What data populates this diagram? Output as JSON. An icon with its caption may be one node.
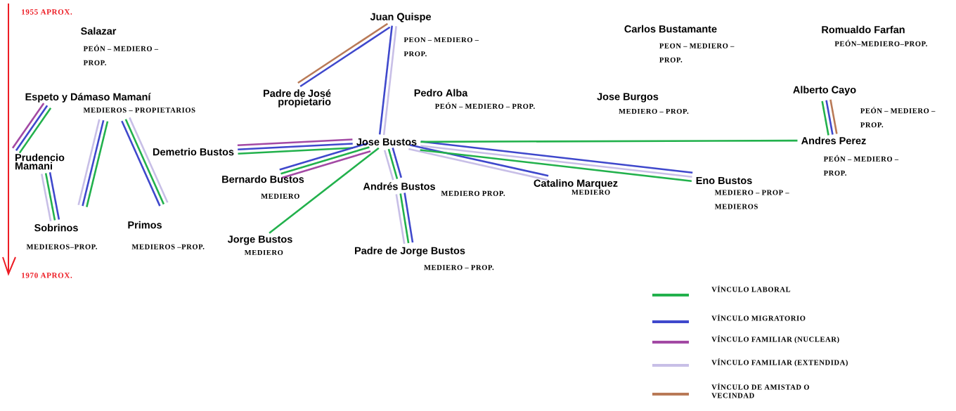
{
  "diagram": {
    "nodes": [
      {
        "text": [
          "Salazar",
          "PEÓN – MEDIERO – PROP."
        ]
      },
      {
        "text": [
          "Juan Quispe",
          "PEON – MEDIERO – PROP."
        ]
      },
      {
        "text": [
          "Carlos Bustamante",
          "PEON – MEDIERO – PROP."
        ]
      },
      {
        "text": [
          "Romualdo Farfan",
          "PEÓN–MEDIERO–PROP."
        ]
      },
      {
        "text": [
          "Padre de José propietario"
        ]
      },
      {
        "text": [
          "Espeto y Dámaso Mamaní",
          "MEDIEROS – PROPIETARIOS"
        ]
      },
      {
        "text": [
          "Pedro Alba",
          "PEÓN – MEDIERO – PROP."
        ]
      },
      {
        "text": [
          "Jose Burgos",
          "MEDIERO – PROP."
        ]
      },
      {
        "text": [
          "Alberto Cayo",
          "PEÓN – MEDIERO – PROP."
        ]
      },
      {
        "text": [
          "Jose Bustos"
        ]
      },
      {
        "text": [
          "Andres Perez",
          "PEÓN – MEDIERO – PROP."
        ]
      },
      {
        "text": [
          "Demetrio Bustos"
        ]
      },
      {
        "text": [
          "Prudencio Mamani"
        ]
      },
      {
        "text": [
          "Bernardo Bustos",
          "MEDIERO"
        ]
      },
      {
        "text": [
          "Andrés Bustos",
          "MEDIERO PROP."
        ]
      },
      {
        "text": [
          "Catalino Marquez",
          "MEDIERO"
        ]
      },
      {
        "text": [
          "Eno Bustos",
          "MEDIERO – PROP – MEDIEROS"
        ]
      },
      {
        "text": [
          "Sobrinos",
          "MEDIEROS–PROP."
        ]
      },
      {
        "text": [
          "Primos",
          "MEDIEROS –PROP."
        ]
      },
      {
        "text": [
          "Jorge Bustos",
          "MEDIERO"
        ]
      },
      {
        "text": [
          "Padre de Jorge Bustos",
          "MEDIERO – PROP."
        ]
      }
    ],
    "edges": [
      {
        "from": 1,
        "to": 4,
        "arrow": "none",
        "color": "#3f48cc"
      },
      {
        "from": 1,
        "to": 4,
        "arrow": "none",
        "color": "#b97a57"
      },
      {
        "from": 1,
        "to": 9,
        "arrow": "none",
        "color": "#c8bfe7"
      },
      {
        "from": 1,
        "to": 9,
        "arrow": "none",
        "color": "#3f48cc"
      },
      {
        "from": 5,
        "to": 12,
        "arrow": "none",
        "color": "#22b14c"
      },
      {
        "from": 5,
        "to": 12,
        "arrow": "none",
        "color": "#3f48cc"
      },
      {
        "from": 5,
        "to": 12,
        "arrow": "none",
        "color": "#a349a4"
      },
      {
        "from": 5,
        "to": 17,
        "arrow": "none",
        "color": "#22b14c"
      },
      {
        "from": 5,
        "to": 17,
        "arrow": "none",
        "color": "#3f48cc"
      },
      {
        "from": 5,
        "to": 17,
        "arrow": "none",
        "color": "#c8bfe7"
      },
      {
        "from": 5,
        "to": 18,
        "arrow": "none",
        "color": "#c8bfe7"
      },
      {
        "from": 5,
        "to": 18,
        "arrow": "none",
        "color": "#22b14c"
      },
      {
        "from": 5,
        "to": 18,
        "arrow": "none",
        "color": "#3f48cc"
      },
      {
        "from": 12,
        "to": 17,
        "arrow": "none",
        "color": "#3f48cc"
      },
      {
        "from": 12,
        "to": 17,
        "arrow": "none",
        "color": "#22b14c"
      },
      {
        "from": 12,
        "to": 17,
        "arrow": "none",
        "color": "#c8bfe7"
      },
      {
        "from": 11,
        "to": 9,
        "arrow": "none",
        "color": "#22b14c"
      },
      {
        "from": 11,
        "to": 9,
        "arrow": "none",
        "color": "#3f48cc"
      },
      {
        "from": 11,
        "to": 9,
        "arrow": "none",
        "color": "#a349a4"
      },
      {
        "from": 13,
        "to": 9,
        "arrow": "none",
        "color": "#a349a4"
      },
      {
        "from": 13,
        "to": 9,
        "arrow": "none",
        "color": "#22b14c"
      },
      {
        "from": 13,
        "to": 9,
        "arrow": "none",
        "color": "#3f48cc"
      },
      {
        "from": 19,
        "to": 9,
        "arrow": "none",
        "color": "#22b14c"
      },
      {
        "from": 9,
        "to": 14,
        "arrow": "none",
        "color": "#3f48cc"
      },
      {
        "from": 9,
        "to": 14,
        "arrow": "none",
        "color": "#22b14c"
      },
      {
        "from": 9,
        "to": 14,
        "arrow": "none",
        "color": "#c8bfe7"
      },
      {
        "from": 14,
        "to": 20,
        "arrow": "none",
        "color": "#3f48cc"
      },
      {
        "from": 14,
        "to": 20,
        "arrow": "none",
        "color": "#22b14c"
      },
      {
        "from": 14,
        "to": 20,
        "arrow": "none",
        "color": "#c8bfe7"
      },
      {
        "from": 9,
        "to": 15,
        "arrow": "none",
        "color": "#3f48cc"
      },
      {
        "from": 9,
        "to": 15,
        "arrow": "none",
        "color": "#c8bfe7"
      },
      {
        "from": 9,
        "to": 16,
        "arrow": "none",
        "color": "#3f48cc"
      },
      {
        "from": 9,
        "to": 16,
        "arrow": "none",
        "color": "#c8bfe7"
      },
      {
        "from": 9,
        "to": 16,
        "arrow": "none",
        "color": "#22b14c"
      },
      {
        "from": 9,
        "to": 10,
        "arrow": "none",
        "color": "#22b14c"
      },
      {
        "from": 8,
        "to": 10,
        "arrow": "none",
        "color": "#b97a57"
      },
      {
        "from": 8,
        "to": 10,
        "arrow": "none",
        "color": "#3f48cc"
      },
      {
        "from": 8,
        "to": 10,
        "arrow": "none",
        "color": "#22b14c"
      }
    ],
    "labels": [
      "1955 APROX.",
      "1970 APROX."
    ],
    "legend": [
      {
        "text": "VÍNCULO LABORAL",
        "color": "#22b14c"
      },
      {
        "text": "VÍNCULO MIGRATORIO",
        "color": "#3f48cc"
      },
      {
        "text": "VÍNCULO FAMILIAR (NUCLEAR)",
        "color": "#a349a4"
      },
      {
        "text": "VÍNCULO FAMILIAR (EXTENDIDA)",
        "color": "#c8bfe7"
      },
      {
        "text": "VÍNCULO DE AMISTAD O VECINDAD",
        "color": "#b97a57"
      }
    ]
  }
}
